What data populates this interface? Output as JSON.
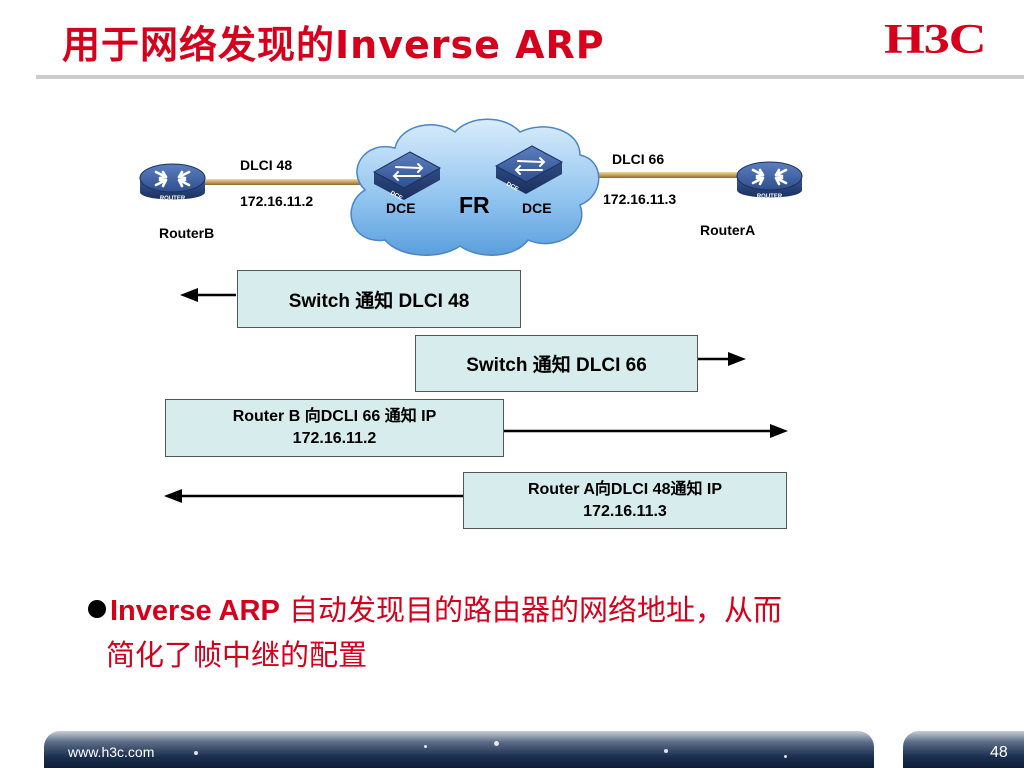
{
  "slide": {
    "title": "用于网络发现的Inverse ARP",
    "logo": "H3C"
  },
  "diagram": {
    "routerB_name": "RouterB",
    "routerA_name": "RouterA",
    "router_badge": "ROUTER",
    "cloud_label": "FR",
    "switch_badge": "DCE",
    "dce_left": "DCE",
    "dce_right": "DCE",
    "left_dlci": "DLCI 48",
    "left_ip": "172.16.11.2",
    "right_dlci": "DLCI 66",
    "right_ip": "172.16.11.3"
  },
  "messages": [
    {
      "line1": "Switch 通知 DLCI 48"
    },
    {
      "line1": "Switch 通知 DLCI 66"
    },
    {
      "line1": "Router B 向DCLI 66 通知 IP",
      "line2": "172.16.11.2"
    },
    {
      "line1": "Router A向DLCI 48通知 IP",
      "line2": "172.16.11.3"
    }
  ],
  "bullet": {
    "strong": "Inverse ARP",
    "rest_line1": " 自动发现目的路由器的网络地址，从而",
    "line2": "简化了帧中继的配置"
  },
  "footer": {
    "url": "www.h3c.com",
    "page_number": "48"
  }
}
